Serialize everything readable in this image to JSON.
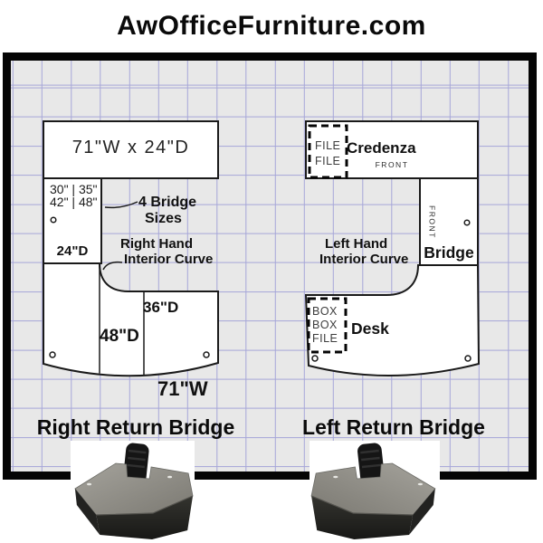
{
  "title": "AwOfficeFurniture.com",
  "colors": {
    "board_background": "#e8e8e8",
    "grid_line": "#a6a6d8",
    "border": "#050505",
    "shape_fill": "#ffffff",
    "shape_stroke": "#1a1a1a"
  },
  "left_diagram": {
    "credenza_size": "71\"W x 24\"D",
    "bridge_sizes_line1": "30\" | 35\"",
    "bridge_sizes_line2": "42\" | 48\"",
    "bridge_depth": "24\"D",
    "callout_line1": "4 Bridge",
    "callout_line2": "Sizes",
    "curve_note_line1": "Right Hand",
    "curve_note_line2": "Interior Curve",
    "desk_depth_center": "48\"D",
    "desk_depth_right": "36\"D",
    "desk_width": "71\"W",
    "caption": "Right Return Bridge"
  },
  "right_diagram": {
    "credenza_label": "Credenza",
    "credenza_front": "FRONT",
    "credenza_pedestal": [
      "FILE",
      "FILE"
    ],
    "bridge_label": "Bridge",
    "bridge_front": "FRONT",
    "curve_note_line1": "Left Hand",
    "curve_note_line2": "Interior Curve",
    "desk_label": "Desk",
    "desk_pedestal": [
      "BOX",
      "BOX",
      "FILE"
    ],
    "caption": "Left Return Bridge"
  }
}
